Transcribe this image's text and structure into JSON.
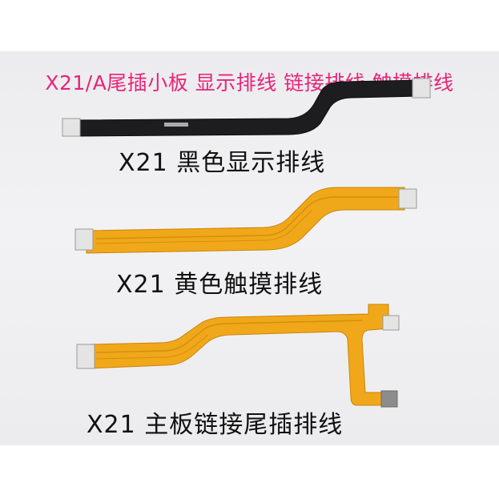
{
  "header": {
    "title": "X21/A尾插小板  显示排线 链接排线 触摸排线"
  },
  "labels": {
    "black_cable": "X21  黑色显示排线",
    "yellow_touch_cable": "X21  黄色触摸排线",
    "main_board_cable": "X21  主板链接尾插排线"
  },
  "colors": {
    "header_text": "#e8247a",
    "black_cable": "#1d1d1f",
    "yellow_cable": "#f0a81a",
    "connector": "#e4e4e4"
  }
}
